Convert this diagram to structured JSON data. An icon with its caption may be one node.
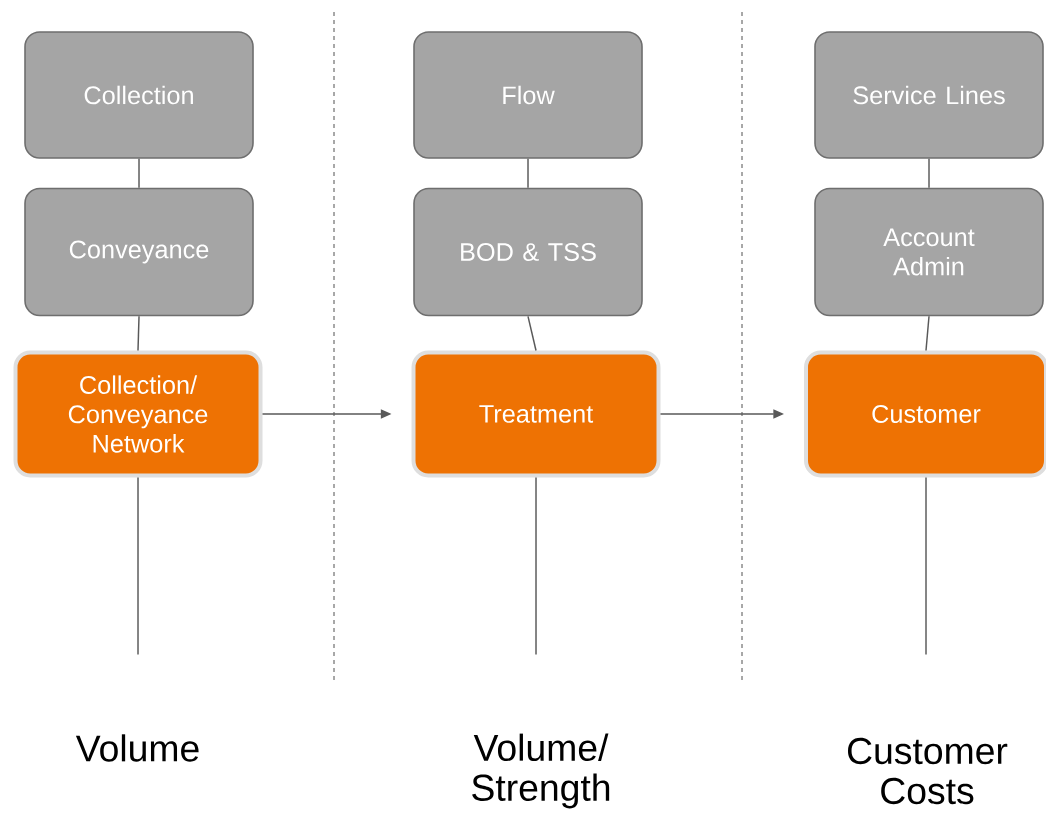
{
  "diagram": {
    "nodes": [
      {
        "text": [
          "Collection"
        ]
      },
      {
        "text": [
          "Conveyance"
        ]
      },
      {
        "text": [
          "Collection/ Conveyance Network"
        ]
      },
      {
        "text": [
          "Flow"
        ]
      },
      {
        "text": [
          "BOD & TSS"
        ]
      },
      {
        "text": [
          "Treatment"
        ]
      },
      {
        "text": [
          "Service Lines"
        ]
      },
      {
        "text": [
          "Account Admin"
        ]
      },
      {
        "text": [
          "Customer"
        ]
      }
    ],
    "edges": [
      {
        "from": 0,
        "to": 1,
        "arrow": "none"
      },
      {
        "from": 1,
        "to": 2,
        "arrow": "none"
      },
      {
        "from": 2,
        "to": null,
        "arrow": "none"
      },
      {
        "from": 3,
        "to": 4,
        "arrow": "none"
      },
      {
        "from": 4,
        "to": 5,
        "arrow": "none"
      },
      {
        "from": 5,
        "to": null,
        "arrow": "none"
      },
      {
        "from": 6,
        "to": 7,
        "arrow": "none"
      },
      {
        "from": 7,
        "to": 8,
        "arrow": "none"
      },
      {
        "from": 8,
        "to": null,
        "arrow": "none"
      },
      {
        "from": 2,
        "to": 5,
        "arrow": "to"
      },
      {
        "from": 5,
        "to": 8,
        "arrow": "to"
      }
    ],
    "labels": [
      "Volume",
      "Volume/ Strength",
      "Customer Costs"
    ]
  }
}
